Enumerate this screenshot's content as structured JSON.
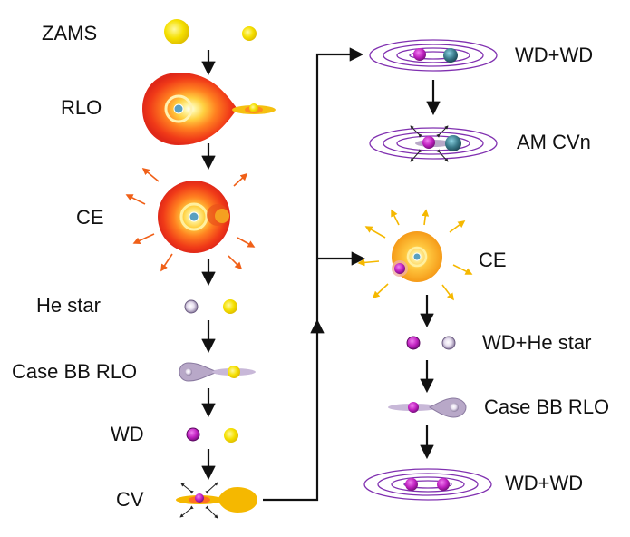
{
  "left_column": {
    "zams": "ZAMS",
    "rlo": "RLO",
    "ce": "CE",
    "he_star": "He star",
    "case_bb_rlo": "Case BB RLO",
    "wd": "WD",
    "cv": "CV"
  },
  "right_column": {
    "wd_wd_top": "WD+WD",
    "am_cvn": "AM CVn",
    "ce": "CE",
    "wd_he_star": "WD+He star",
    "case_bb_rlo": "Case BB RLO",
    "wd_wd_bottom": "WD+WD"
  },
  "colors": {
    "yellow_star": "#f5e000",
    "red_giant": "#e8301a",
    "orange_giant": "#f5a020",
    "white_dwarf": "#c020c0",
    "he_star": "#b8a8c8",
    "neutron_like": "#3a7a8a",
    "orbit": "#8030b0",
    "arrow": "#111111",
    "ejecta_orange": "#f06018",
    "ejecta_yellow": "#f5b800"
  }
}
